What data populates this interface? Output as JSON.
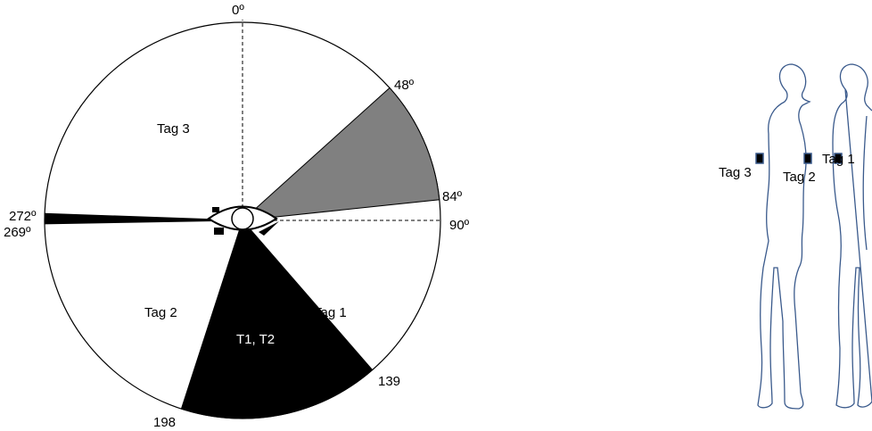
{
  "compass": {
    "angle_labels": {
      "a0": "0º",
      "a48": "48º",
      "a84": "84º",
      "a90": "90º",
      "a272": "272º",
      "a269": "269º",
      "a139": "139",
      "a198": "198"
    },
    "sector_labels": {
      "tag3": "Tag 3",
      "tag2": "Tag 2",
      "tag1": "Tag 1",
      "t1t2": "T1, T2"
    },
    "sectors": [
      {
        "id": "gray-48-84",
        "from_deg": 48,
        "to_deg": 84,
        "color": "#808080"
      },
      {
        "id": "black-139-198",
        "from_deg": 139,
        "to_deg": 198,
        "color": "#000000"
      },
      {
        "id": "black-269-272",
        "from_deg": 269,
        "to_deg": 272,
        "color": "#000000"
      }
    ]
  },
  "body_figure": {
    "tag_labels": {
      "tag3": "Tag 3",
      "tag2": "Tag 2",
      "tag1": "Tag 1"
    },
    "outline_color": "#3a5a8c"
  }
}
